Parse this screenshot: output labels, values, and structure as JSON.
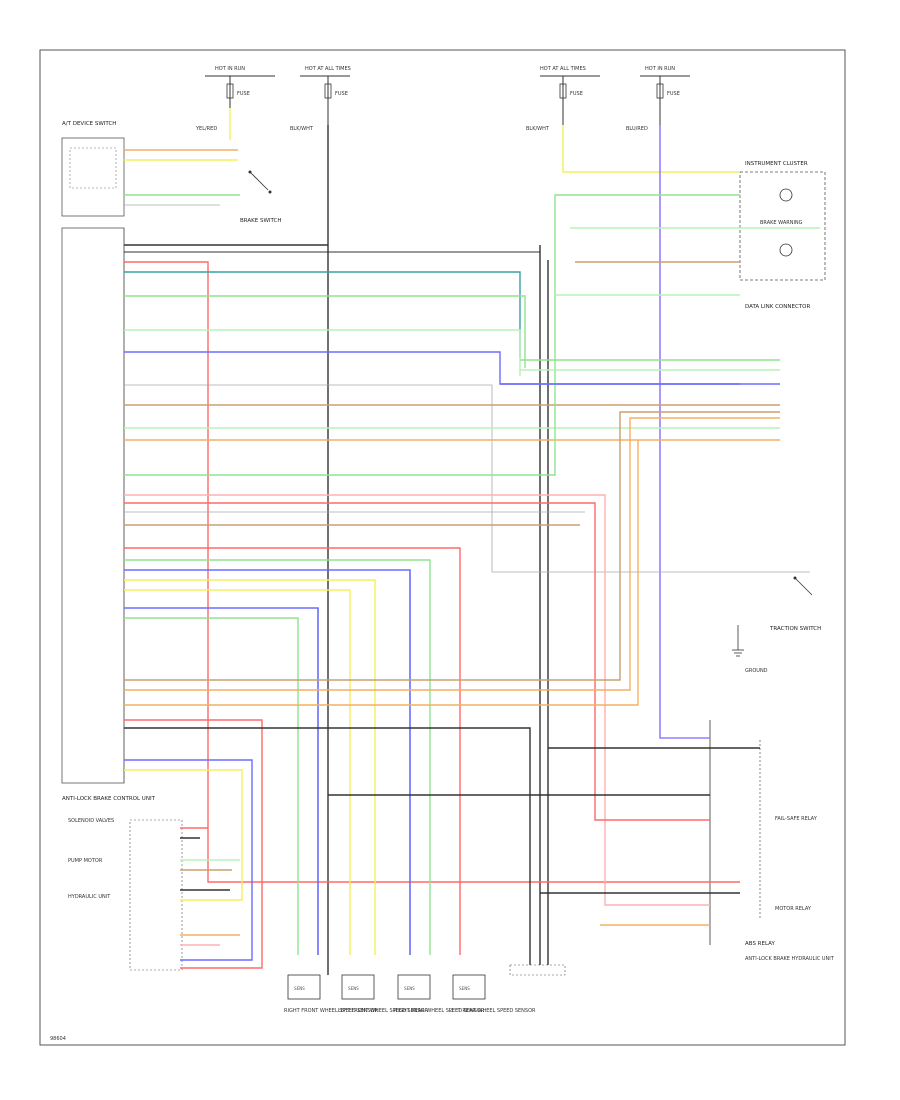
{
  "diagram": {
    "footer_code": "98604",
    "colors": {
      "border": "#555555",
      "black": "#333333",
      "red": "#ff6a6a",
      "green": "#8fe38f",
      "blue": "#6b6bff",
      "yellow": "#f6f05c",
      "orange": "#f4b060",
      "brown": "#c8a070",
      "teal": "#3aa0a0",
      "lightgreen": "#b8f0b8",
      "gray": "#aaaaaa",
      "violet": "#9a7cff",
      "pink": "#ffb0b0"
    },
    "top_labels": {
      "hot_run_left": "HOT IN RUN",
      "hot_at_all_times_left": "HOT AT ALL TIMES",
      "hot_at_all_times_right": "HOT AT ALL TIMES",
      "hot_run_right": "HOT IN RUN"
    },
    "fuses": {
      "f1": "FUSE",
      "f2": "FUSE",
      "f3": "FUSE",
      "f4": "FUSE"
    },
    "wire_labels": {
      "yel_red": "YEL/RED",
      "blk_wht": "BLK/WHT",
      "blu_red": "BLU/RED"
    },
    "components": {
      "ecm_top_left": "A/T DEVICE SWITCH",
      "brake_switch": "BRAKE SWITCH",
      "instrument_cluster": "INSTRUMENT CLUSTER",
      "data_link": "DATA LINK CONNECTOR",
      "brake_warning": "BRAKE WARNING",
      "abs_ecu_top": "ANTI-LOCK BRAKE CONTROL UNIT",
      "abs_relay": "ABS RELAY",
      "traction_switch": "TRACTION SWITCH",
      "fail_safe_relay": "FAIL-SAFE RELAY",
      "motor_relay": "MOTOR RELAY",
      "ground_point": "GROUND",
      "abs_ecu_bottom": "ANTI-LOCK BRAKE HYDRAULIC UNIT",
      "fr_sensor": "RIGHT FRONT WHEEL SPEED SENSOR",
      "fl_sensor": "LEFT FRONT WHEEL SPEED SENSOR",
      "rr_sensor": "RIGHT REAR WHEEL SPEED SENSOR",
      "rl_sensor": "LEFT REAR WHEEL SPEED SENSOR",
      "solenoid_ctrl": "SOLENOID VALVES",
      "pump_motor": "PUMP MOTOR",
      "hydraulic_unit": "HYDRAULIC UNIT",
      "sensor_boxes": [
        "SENS",
        "SENS",
        "SENS",
        "SENS"
      ]
    }
  }
}
